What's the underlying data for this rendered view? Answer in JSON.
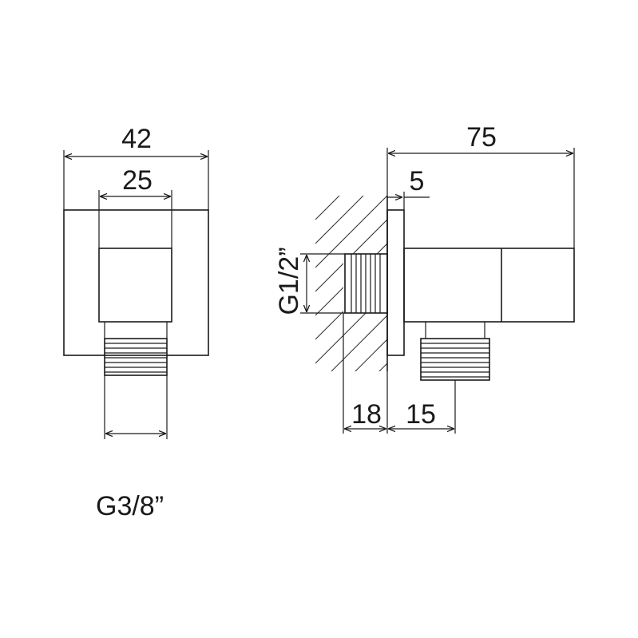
{
  "drawing": {
    "front_view": {
      "overall_width": "42",
      "body_width": "25",
      "thread_label": "G3/8”"
    },
    "side_view": {
      "overall_length": "75",
      "flange_thickness": "5",
      "thread_label": "G1/2”",
      "wall_thread_depth": "18",
      "outlet_offset": "15"
    }
  }
}
